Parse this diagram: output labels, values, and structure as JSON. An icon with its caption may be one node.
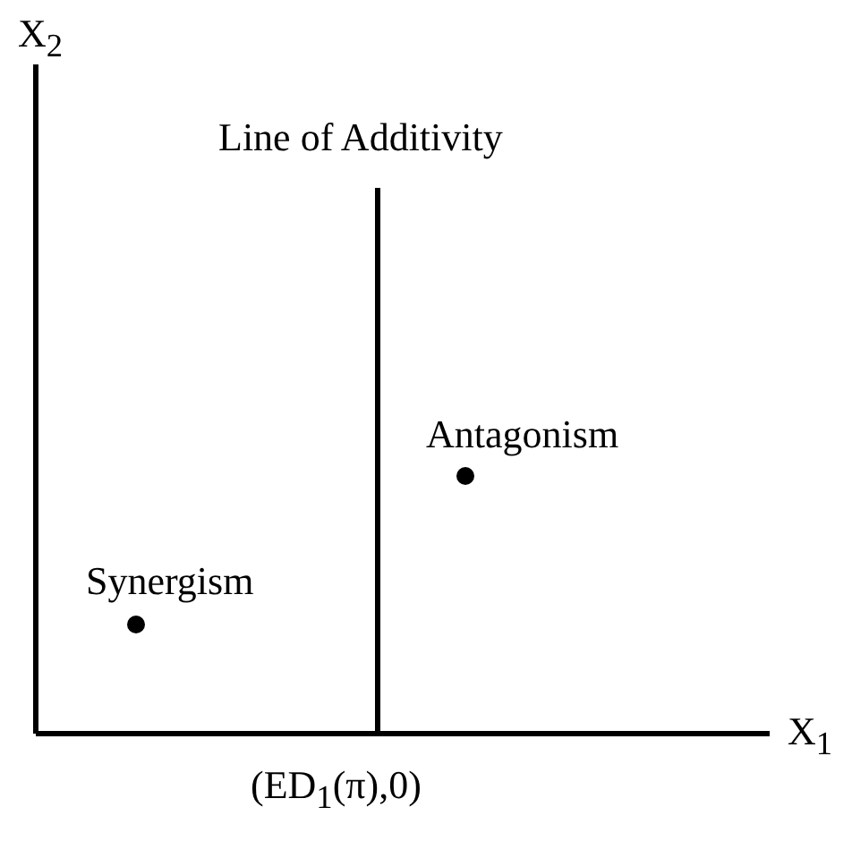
{
  "diagram": {
    "labels": [
      "X$_{2}$",
      "Line of Additivity",
      "Antagonism",
      "Synergism",
      "X$_{1}$",
      "(ED$_{1}$(π),0)"
    ]
  }
}
